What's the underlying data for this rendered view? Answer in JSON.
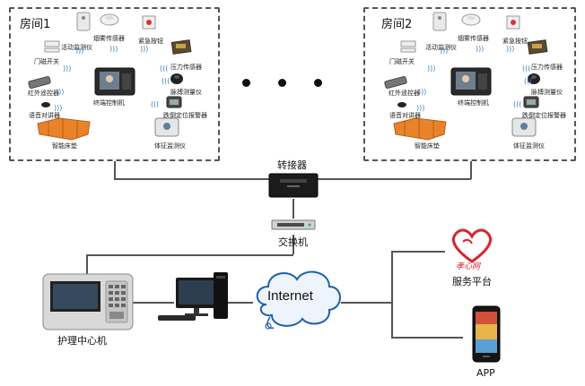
{
  "rooms": [
    {
      "title": "房间1",
      "labels": {
        "smoke": "烟雾传感器",
        "activity": "活动监测仪",
        "emergency": "紧急按钮",
        "door": "门磁开关",
        "pressure": "压力传感器",
        "ir": "红外遥控器",
        "pulse": "脉搏测量仪",
        "terminal": "终端控制机",
        "voice": "语音对讲器",
        "fall": "跌倒定位报警器",
        "bed": "智能床垫",
        "vital": "体征监测仪"
      }
    },
    {
      "title": "房间2",
      "labels": {
        "smoke": "烟雾传感器",
        "activity": "活动监测仪",
        "emergency": "紧急按钮",
        "door": "门磁开关",
        "pressure": "压力传感器",
        "ir": "红外遥控器",
        "pulse": "脉搏测量仪",
        "terminal": "终端控制机",
        "voice": "语音对讲器",
        "fall": "跌倒定位报警器",
        "bed": "智能床垫",
        "vital": "体征监测仪"
      }
    }
  ],
  "adapter": {
    "label": "转接器"
  },
  "switch": {
    "label": "交换机"
  },
  "internet": {
    "label": "Internet"
  },
  "nursing_center": {
    "label": "护理中心机"
  },
  "platform": {
    "label": "服务平台",
    "logo_text": "孝心网"
  },
  "app": {
    "label": "APP"
  },
  "colors": {
    "wifi": "#3a7fc4",
    "line": "#555555",
    "cloud_stroke": "#1f5fa8",
    "logo_red": "#d8262e"
  }
}
